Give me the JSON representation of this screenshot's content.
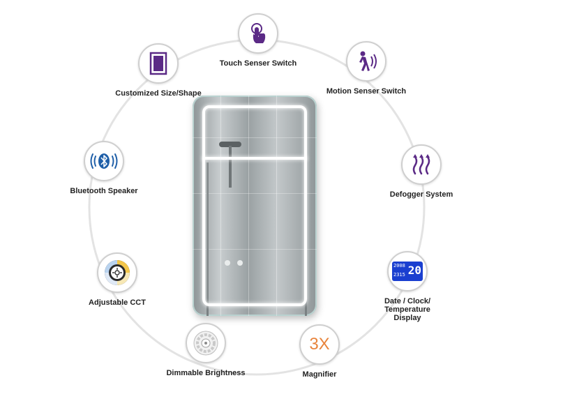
{
  "features": [
    {
      "id": "touch",
      "label": "Touch Senser Switch",
      "icon": "touch-icon"
    },
    {
      "id": "motion",
      "label": "Motion Senser Switch",
      "icon": "motion-icon"
    },
    {
      "id": "defogger",
      "label": "Defogger System",
      "icon": "defog-icon"
    },
    {
      "id": "display",
      "label": "Date / Clock/ Temperature Display",
      "icon": "display-icon",
      "display_top": "2008",
      "display_big": "20",
      "display_bottom": "2315"
    },
    {
      "id": "magnifier",
      "label": "Magnifier",
      "icon": "magnifier-icon",
      "magnifier_text": "3X"
    },
    {
      "id": "dimmable",
      "label": "Dimmable Brightness",
      "icon": "brightness-icon"
    },
    {
      "id": "cct",
      "label": "Adjustable CCT",
      "icon": "cct-icon"
    },
    {
      "id": "bluetooth",
      "label": "Bluetooth Speaker",
      "icon": "bluetooth-icon"
    },
    {
      "id": "size",
      "label": "Customized Size/Shape",
      "icon": "size-icon"
    }
  ],
  "colors": {
    "icon_purple": "#5b2a86",
    "magnifier_orange": "#e8843c",
    "ring": "#e3e3e3",
    "display_blue": "#1a3fd0"
  }
}
